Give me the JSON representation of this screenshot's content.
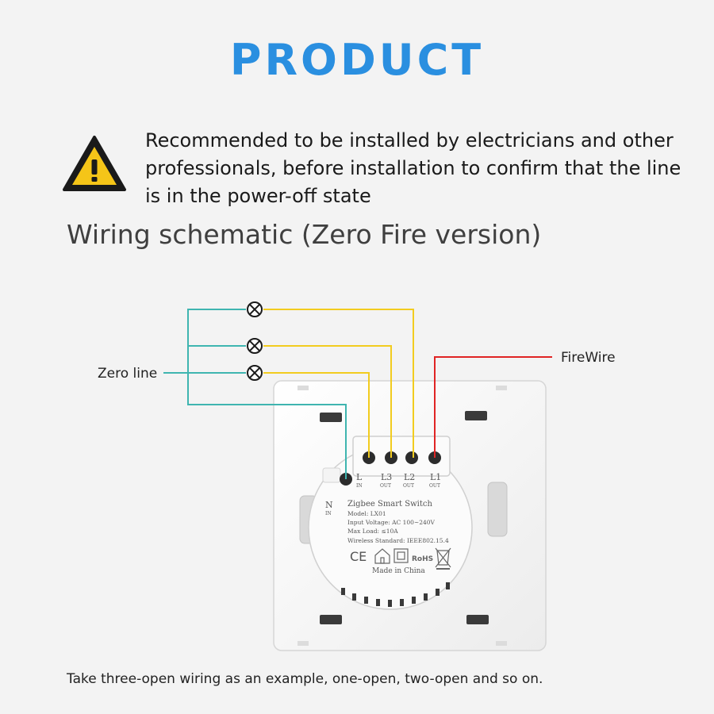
{
  "header": {
    "title": "PRODUCT"
  },
  "warning": {
    "icon": "warning-triangle-icon",
    "text": "Recommended to be installed by electricians and other professionals, before installation to confirm that the line is in the power-off state"
  },
  "schematic": {
    "title": "Wiring schematic (Zero Fire version)",
    "zero_line_label": "Zero line",
    "fire_wire_label": "FireWire",
    "colors": {
      "neutral": "#3fb5b0",
      "load": "#f2cc1f",
      "fire": "#e02424",
      "accent": "#2a8fe0"
    }
  },
  "device": {
    "terminals": [
      {
        "name": "L",
        "sub": "IN"
      },
      {
        "name": "L3",
        "sub": "OUT"
      },
      {
        "name": "L2",
        "sub": "OUT"
      },
      {
        "name": "L1",
        "sub": "OUT"
      }
    ],
    "n_label": "N",
    "n_sub": "IN",
    "label_lines": [
      "Zigbee Smart Switch",
      "Model: LX01",
      "Input Voltage: AC 100~240V",
      "Max Load: ≤10A",
      "Wireless Standard: IEEE802.15.4"
    ],
    "ce_mark": "CE",
    "rohs_mark": "RoHS",
    "made_in": "Made in China"
  },
  "footer": {
    "caption": "Take three-open wiring as an example, one-open, two-open and so on."
  }
}
